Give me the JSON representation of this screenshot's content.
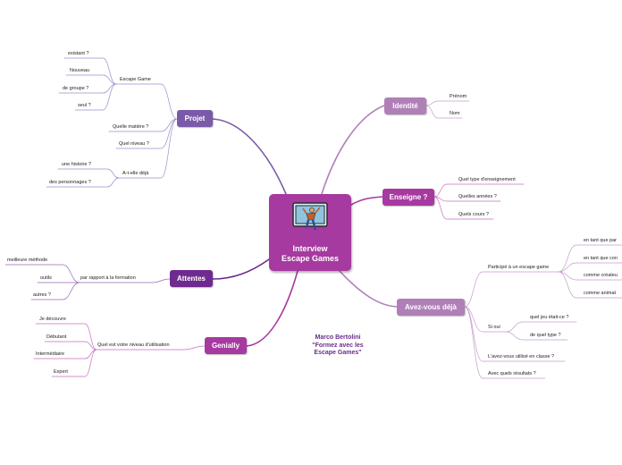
{
  "center": {
    "line1": "Interview",
    "line2": "Escape Games",
    "image_icon": "escape-figure-picture"
  },
  "credit": {
    "line1": "Marco Bertolini",
    "line2": "\"Formez avec les",
    "line3": "Escape Games\""
  },
  "branches": {
    "identite": {
      "label": "Identité",
      "color": "#b07fb8",
      "items": [
        "Prénom",
        "Nom"
      ]
    },
    "enseigne": {
      "label": "Enseigne ?",
      "color": "#a63aa0",
      "items": [
        "Quel type d'enseignement",
        "Quelles années ?",
        "Quels cours ?"
      ]
    },
    "avez": {
      "label": "Avez-vous déjà",
      "color": "#b07fb8",
      "participe": {
        "label": "Participé à un escape game",
        "items": [
          "en tant que par",
          "en tant que con",
          "comme créateu",
          "comme animat"
        ]
      },
      "si_oui": {
        "label": "Si oui",
        "items": [
          "quel jeu était-ce ?",
          "de quel type ?"
        ]
      },
      "classe": "L'avez-vous utilisé en classe ?",
      "resultats": "Avec quels résultats ?"
    },
    "genially": {
      "label": "Genially",
      "color": "#a63aa0",
      "niveau": {
        "label": "Quel est votre niveau d'utilisation",
        "items": [
          "Je découvre",
          "Débutant",
          "Intermédiaire",
          "Expert"
        ]
      }
    },
    "attentes": {
      "label": "Attentes",
      "color": "#6f2a8f",
      "formation": {
        "label": "par rapport à la formation",
        "items": [
          "meilleure méthode",
          "outils",
          "autres ?"
        ]
      }
    },
    "projet": {
      "label": "Projet",
      "color": "#7a5aa8",
      "escape": {
        "label": "Escape Game",
        "items": [
          "existant ?",
          "Nouveau",
          "de groupe ?",
          "seul ?"
        ]
      },
      "matiere": "Quelle matière ?",
      "niveau": "Quel niveau ?",
      "histoire": {
        "label": "A-t-elle déjà",
        "items": [
          "une histoire ?",
          "des personnages ?"
        ]
      }
    }
  }
}
